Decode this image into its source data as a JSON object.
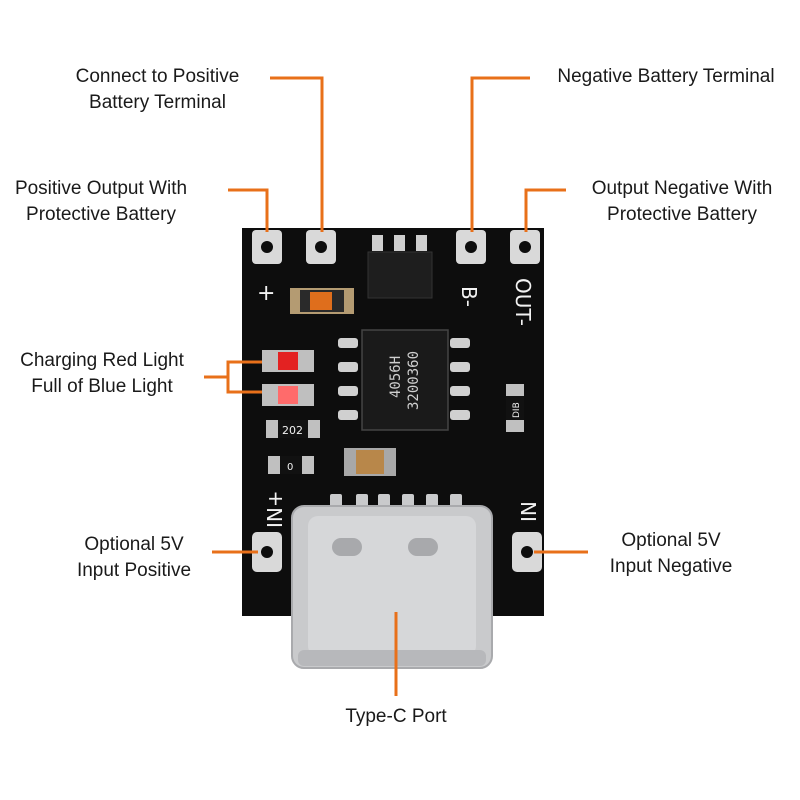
{
  "labels": {
    "pos_terminal": {
      "line1": "Connect to Positive",
      "line2": "Battery Terminal"
    },
    "neg_terminal": {
      "line1": "Negative Battery Terminal"
    },
    "pos_output": {
      "line1": "Positive Output With",
      "line2": "Protective Battery"
    },
    "neg_output": {
      "line1": "Output Negative With",
      "line2": "Protective Battery"
    },
    "leds": {
      "line1": "Charging Red Light",
      "line2": "Full of Blue Light"
    },
    "in_pos": {
      "line1": "Optional 5V",
      "line2": "Input Positive"
    },
    "in_neg": {
      "line1": "Optional 5V",
      "line2": "Input Negative"
    },
    "typec": {
      "line1": "Type-C Port"
    }
  },
  "board": {
    "silk_plus": "+",
    "silk_bminus": "B-",
    "silk_outminus": "OUT-",
    "silk_inplus": "IN+",
    "silk_inminus": "IN",
    "chip_line1": "4056H",
    "chip_line2": "3200360",
    "res1": "202",
    "res2": "DIB",
    "res3": "0"
  },
  "colors": {
    "leader": "#e8701a",
    "pcb": "#0d0d0d",
    "pad": "#d9d9d9",
    "connector": "#c9cacc"
  }
}
